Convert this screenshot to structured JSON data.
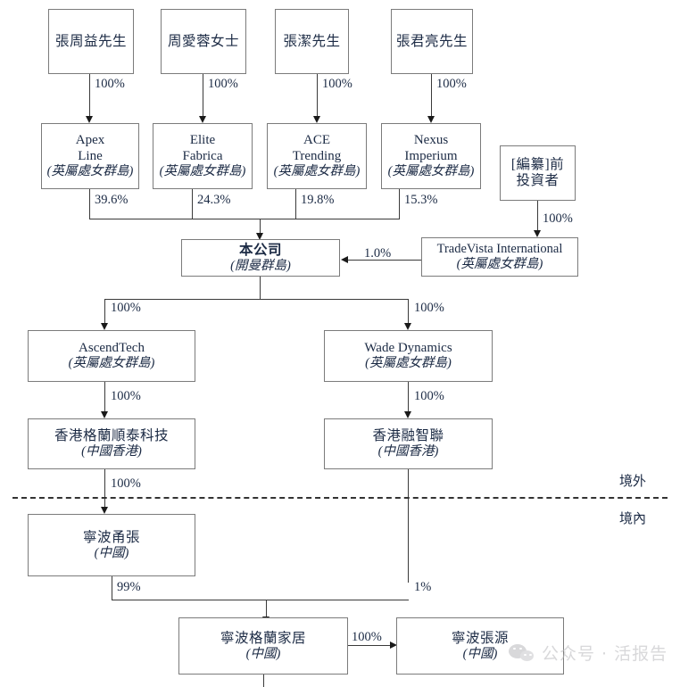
{
  "diagram": {
    "title": "Corporate shareholding structure chart",
    "zones": {
      "offshore": "境外",
      "onshore": "境內"
    },
    "jurisdictions": {
      "bvi": "(英屬處女群島)",
      "cayman": "(開曼群島)",
      "hk": "(中國香港)",
      "prc": "(中國)"
    },
    "shareholders": [
      {
        "name": "張周益先生",
        "pct": "100%"
      },
      {
        "name": "周愛蓉女士",
        "pct": "100%"
      },
      {
        "name": "張潔先生",
        "pct": "100%"
      },
      {
        "name": "張君亮先生",
        "pct": "100%"
      }
    ],
    "bvi_holdcos": [
      {
        "name_l1": "Apex",
        "name_l2": "Line",
        "jur": "(英屬處女群島)",
        "pct": "39.6%"
      },
      {
        "name_l1": "Elite",
        "name_l2": "Fabrica",
        "jur": "(英屬處女群島)",
        "pct": "24.3%"
      },
      {
        "name_l1": "ACE",
        "name_l2": "Trending",
        "jur": "(英屬處女群島)",
        "pct": "19.8%"
      },
      {
        "name_l1": "Nexus",
        "name_l2": "Imperium",
        "jur": "(英屬處女群島)",
        "pct": "15.3%"
      }
    ],
    "pre_investor": {
      "name_l1": "[編纂]前",
      "name_l2": "投資者",
      "pct": "100%"
    },
    "tradevista": {
      "name": "TradeVista International",
      "jur": "(英屬處女群島)",
      "pct_to_company": "1.0%"
    },
    "company": {
      "name": "本公司",
      "jur": "(開曼群島)",
      "pct_left": "100%",
      "pct_right": "100%"
    },
    "tier_bvi_subs": [
      {
        "name": "AscendTech",
        "jur": "(英屬處女群島)",
        "pct": "100%"
      },
      {
        "name": "Wade Dynamics",
        "jur": "(英屬處女群島)",
        "pct": "100%"
      }
    ],
    "tier_hk_subs": [
      {
        "name": "香港格蘭順泰科技",
        "jur": "(中國香港)",
        "pct": "100%"
      },
      {
        "name": "香港融智聯",
        "jur": "(中國香港)",
        "pct": ""
      }
    ],
    "ningbo_yongzhang": {
      "name": "寧波甬張",
      "jur": "(中國)",
      "pct_main": "99%",
      "pct_minor": "1%"
    },
    "ningbo_gelan": {
      "name": "寧波格蘭家居",
      "jur": "(中國)",
      "pct_to_zhangyuan": "100%"
    },
    "ningbo_zhangyuan": {
      "name": "寧波張源",
      "jur": "(中國)"
    }
  },
  "watermark": {
    "text": "公众号 · 活报告",
    "icon": "wechat-logo"
  }
}
